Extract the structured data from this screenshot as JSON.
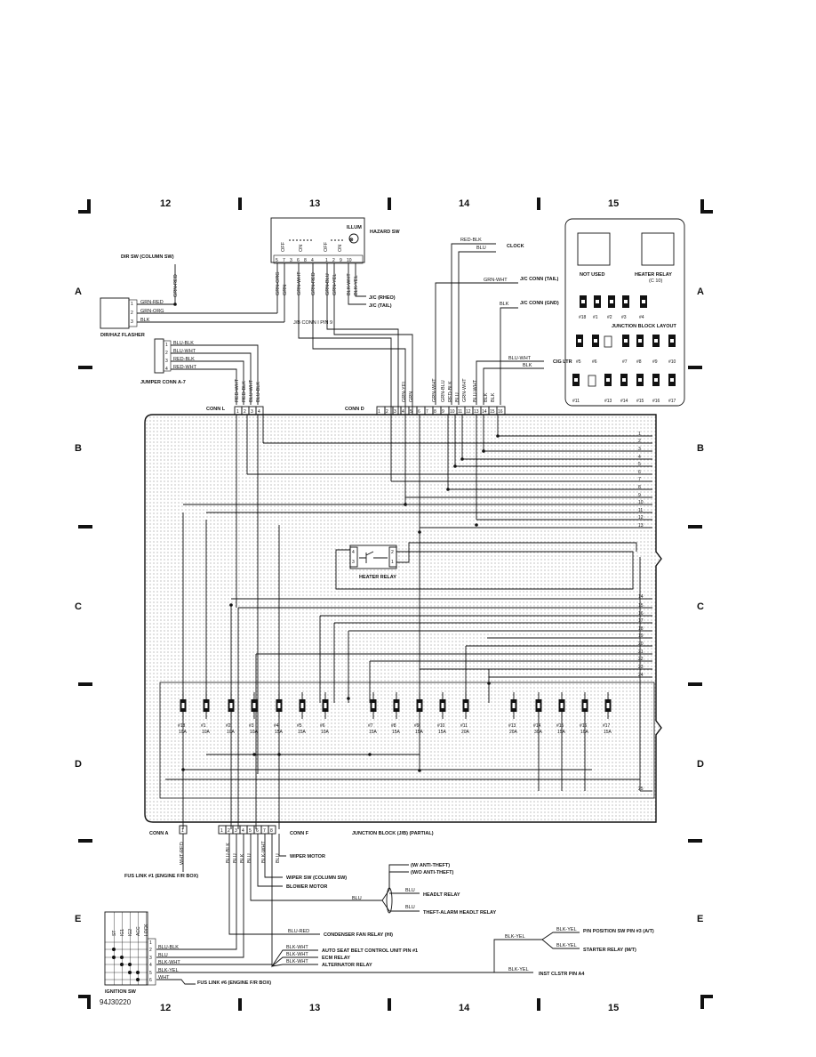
{
  "grid": {
    "columns": [
      "12",
      "13",
      "14",
      "15"
    ],
    "rows": [
      "A",
      "B",
      "C",
      "D",
      "E"
    ]
  },
  "hazard_sw": {
    "title": "HAZARD SW",
    "illum": "ILLUM",
    "left_positions": [
      "OFF",
      "ON"
    ],
    "right_positions": [
      "OFF",
      "ON"
    ],
    "pins": [
      "5",
      "7",
      "3",
      "6",
      "8",
      "4",
      "1",
      "2",
      "9",
      "10"
    ],
    "wires": [
      "GRN-ORG",
      "GRN",
      "GRN-WHT",
      "GRN-RED",
      "GRN-BLU",
      "GRN-YEL",
      "BLK-WHT",
      "BLK-YEL"
    ]
  },
  "flasher": {
    "title": "DIR/HAZ FLASHER",
    "pins": [
      "1",
      "2",
      "3"
    ],
    "wires": [
      "GRN-RED",
      "GRN-ORG",
      "BLK"
    ],
    "dir_sw": "DIR SW (COLUMN SW)",
    "dir_wire": "GRN-RED",
    "jb_conn": "J/B CONN I PIN 9"
  },
  "jumper": {
    "title": "JUMPER CONN A-7",
    "pins": [
      "1",
      "2",
      "3",
      "4"
    ],
    "wires": [
      "BLU-BLK",
      "BLU-WHT",
      "RED-BLK",
      "RED-WHT"
    ]
  },
  "top_right": {
    "clock": "CLOCK",
    "clock_wires": [
      "RED-BLK",
      "BLU"
    ],
    "jc_tail": "J/C CONN (TAIL)",
    "jc_tail_wire": "GRN-WHT",
    "jc_gnd": "J/C CONN (GND)",
    "jc_gnd_wire": "BLK",
    "jc_rheo": "J/C (RHEO)",
    "jc_tail2": "J/C (TAIL)",
    "cig_ltr": "CIG LTR",
    "cig_wires": [
      "BLU-WHT",
      "BLK"
    ]
  },
  "layout": {
    "not_used": "NOT USED",
    "heater_relay": "HEATER RELAY",
    "heater_relay_ref": "(C 10)",
    "title": "JUNCTION BLOCK LAYOUT",
    "row1": [
      "#18",
      "#1",
      "#2",
      "#3",
      "#4"
    ],
    "row2": [
      "#5",
      "#6",
      "#7",
      "#8",
      "#9",
      "#10"
    ],
    "row3": [
      "#11",
      "#13",
      "#14",
      "#15",
      "#16",
      "#17"
    ]
  },
  "connectors": {
    "conn_l": "CONN L",
    "conn_l_pins": [
      "1",
      "2",
      "3",
      "4"
    ],
    "conn_l_wires": [
      "RED-WHT",
      "RED-BLK",
      "BLU-WHT",
      "BLU-BLK"
    ],
    "conn_d": "CONN D",
    "conn_d_pins": [
      "1",
      "2",
      "3",
      "4",
      "5",
      "6",
      "7",
      "8",
      "9",
      "10",
      "11",
      "12",
      "13",
      "14",
      "15",
      "16"
    ],
    "conn_d_wires": [
      "GRN-YEL",
      "GRN",
      "GRN-WHT",
      "GRN-BLU",
      "RED-BLK",
      "BLU",
      "GRN-WHT",
      "BLU-WHT",
      "BLK",
      "BLK"
    ],
    "conn_a": "CONN A",
    "conn_a_pin": "1",
    "conn_f": "CONN F",
    "conn_f_pins": [
      "1",
      "2",
      "3",
      "4",
      "5",
      "6",
      "7",
      "8"
    ],
    "conn_f_wires": [
      "BLU-BLK",
      "BLU",
      "BLK",
      "BLU",
      "BLK-WHT",
      "BLU"
    ],
    "jb_partial": "JUNCTION BLOCK (J/B) (PARTIAL)"
  },
  "bus_numbers": [
    "1",
    "2",
    "3",
    "4",
    "5",
    "6",
    "7",
    "8",
    "9",
    "10",
    "11",
    "12",
    "13",
    "14",
    "15",
    "16",
    "17",
    "18",
    "19",
    "20",
    "21",
    "22",
    "23",
    "24",
    "25"
  ],
  "heater_relay_internal": {
    "label": "HEATER RELAY",
    "pins": [
      "4",
      "3",
      "2",
      "1"
    ]
  },
  "fuses": [
    {
      "id": "#18",
      "rating": "10A"
    },
    {
      "id": "#1",
      "rating": "10A"
    },
    {
      "id": "#2",
      "rating": "10A"
    },
    {
      "id": "#3",
      "rating": "10A"
    },
    {
      "id": "#4",
      "rating": "15A"
    },
    {
      "id": "#5",
      "rating": "15A"
    },
    {
      "id": "#6",
      "rating": "10A"
    },
    {
      "id": "#7",
      "rating": "15A"
    },
    {
      "id": "#8",
      "rating": "15A"
    },
    {
      "id": "#9",
      "rating": "15A"
    },
    {
      "id": "#10",
      "rating": "15A"
    },
    {
      "id": "#11",
      "rating": "20A"
    },
    {
      "id": "#13",
      "rating": "20A"
    },
    {
      "id": "#14",
      "rating": "30A"
    },
    {
      "id": "#15",
      "rating": "15A"
    },
    {
      "id": "#16",
      "rating": "10A"
    },
    {
      "id": "#17",
      "rating": "15A"
    }
  ],
  "bottom": {
    "fus_link1_wire": "WHT-RED",
    "fus_link1": "FUS LINK #1 (ENGINE F/R BOX)",
    "wiper_motor": "WIPER MOTOR",
    "wiper_sw": "WIPER SW (COLUMN SW)",
    "blower_motor": "BLOWER MOTOR",
    "anti_theft_w": "(W/ ANTI-THEFT)",
    "anti_theft_wo": "(W/O ANTI-THEFT)",
    "headlt_relay": "HEADLT RELAY",
    "theft_relay": "THEFT-ALARM HEADLT RELAY",
    "blu": "BLU",
    "cond_fan": "CONDENSER FAN RELAY (HI)",
    "cond_wire": "BLU-RED",
    "seat_belt": "AUTO SEAT BELT CONTROL UNIT PIN #1",
    "ecm_relay": "ECM RELAY",
    "alt_relay": "ALTERNATOR RELAY",
    "blk_wht": "BLK-WHT",
    "blk_yel": "BLK-YEL",
    "pn_sw": "P/N POSITION SW PIN #3 (A/T)",
    "starter": "STARTER RELAY (M/T)",
    "inst_clstr": "INST CLSTR PIN A4",
    "fus_link6": "FUS LINK #6 (ENGINE F/R BOX)",
    "ign_sw": "IGNITION SW",
    "ign_positions": [
      "ST",
      "IG1",
      "IG2",
      "ACC",
      "LOCK"
    ],
    "ign_pins": [
      "1",
      "2",
      "3",
      "4",
      "5",
      "6"
    ],
    "ign_wires": [
      "BLU-BLK",
      "BLU",
      "BLK-WHT",
      "BLK-YEL",
      "WHT"
    ]
  },
  "footer_code": "94J30220"
}
